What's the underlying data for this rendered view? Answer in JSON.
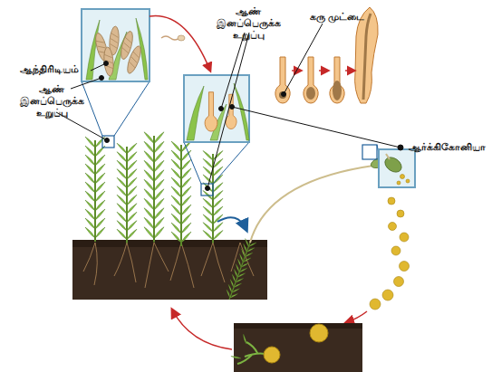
{
  "diagram": {
    "labels": [
      "ஆண் இனப்பெருக்க உறுப்பு",
      "கரு முட்டை",
      "ஆந்திரிடியம்",
      "ஆண் இனப்பெருக்க உறுப்பு",
      "ஆர்க்கிகோனியா"
    ]
  }
}
